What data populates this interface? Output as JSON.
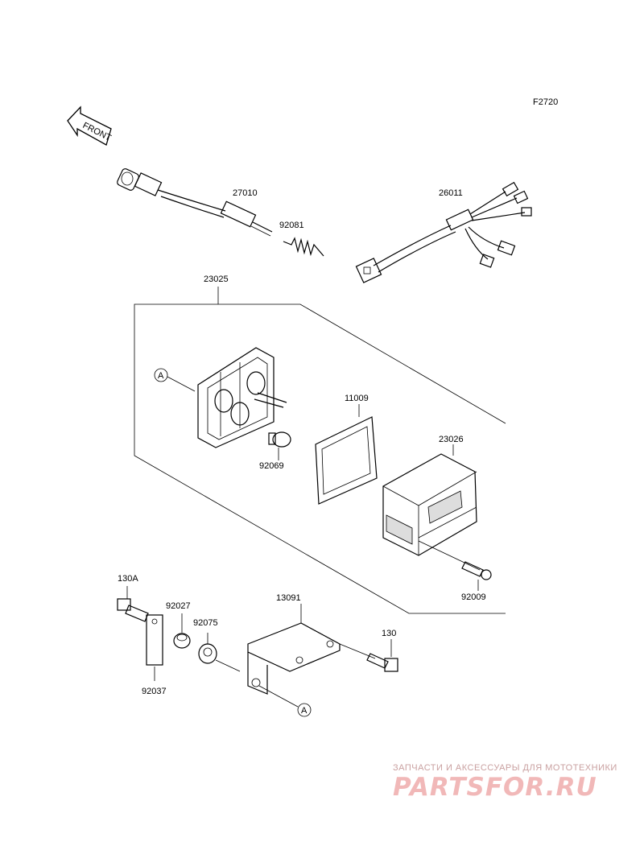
{
  "diagram_code": "F2720",
  "front_label": "FRONT",
  "parts": {
    "p27010": "27010",
    "p92081": "92081",
    "p26011": "26011",
    "p23025": "23025",
    "p11009": "11009",
    "p23026": "23026",
    "p92069": "92069",
    "p92009": "92009",
    "p130A": "130A",
    "p92027": "92027",
    "p92075": "92075",
    "p13091": "13091",
    "p130": "130",
    "p92037": "92037"
  },
  "ref_a": "A",
  "watermark": {
    "caption": "ЗАПЧАСТИ И АКСЕССУАРЫ ДЛЯ МОТОТЕХНИКИ",
    "brand": "PARTSFOR.RU"
  }
}
